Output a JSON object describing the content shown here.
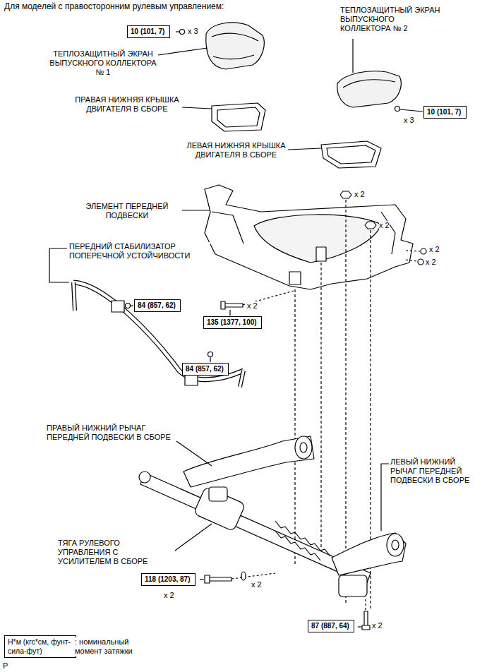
{
  "diagram": {
    "title": "Для моделей с правосторонним рулевым управлением:",
    "nodes": [
      {
        "text": [
          "10 (101, 7)"
        ]
      },
      {
        "text": [
          "10 (101, 7)"
        ]
      },
      {
        "text": [
          "84 (857, 62)"
        ]
      },
      {
        "text": [
          "135 (1377, 100)"
        ]
      },
      {
        "text": [
          "84 (857, 62)"
        ]
      },
      {
        "text": [
          "118 (1203, 87)"
        ]
      },
      {
        "text": [
          "87 (887, 64)"
        ]
      },
      {
        "text": [
          "Н*м (кгс*см, фунт-сила-фут)"
        ]
      }
    ],
    "labels": [
      "x 3",
      "ТЕПЛОЗАЩИТНЫЙ ЭКРАН ВЫПУСКНОГО КОЛЛЕКТОРА № 1",
      "ТЕПЛОЗАЩИТНЫЙ ЭКРАН ВЫПУСКНОГО КОЛЛЕКТОРА № 2",
      "x 3",
      "ПРАВАЯ НИЖНЯЯ КРЫШКА ДВИГАТЕЛЯ В СБОРЕ",
      "ЛЕВАЯ НИЖНЯЯ КРЫШКА ДВИГАТЕЛЯ В СБОРЕ",
      "ЭЛЕМЕНТ ПЕРЕДНЕЙ ПОДВЕСКИ",
      "x 2",
      "x 2",
      "x 2",
      "x 2",
      "ПЕРЕДНИЙ СТАБИЛИЗАТОР ПОПЕРЕЧНОЙ УСТОЙЧИВОСТИ",
      "x 2",
      "ПРАВЫЙ НИЖНИЙ РЫЧАГ ПЕРЕДНЕЙ ПОДВЕСКИ В СБОРЕ",
      "ЛЕВЫЙ НИЖНИЙ РЫЧАГ ПЕРЕДНЕЙ ПОДВЕСКИ В СБОРЕ",
      "ТЯГА РУЛЕВОГО УПРАВЛЕНИЯ С УСИЛИТЕЛЕМ В СБОРЕ",
      "x 2",
      "x 2",
      "x 2",
      ": номинальный момент затяжки",
      "P"
    ]
  }
}
